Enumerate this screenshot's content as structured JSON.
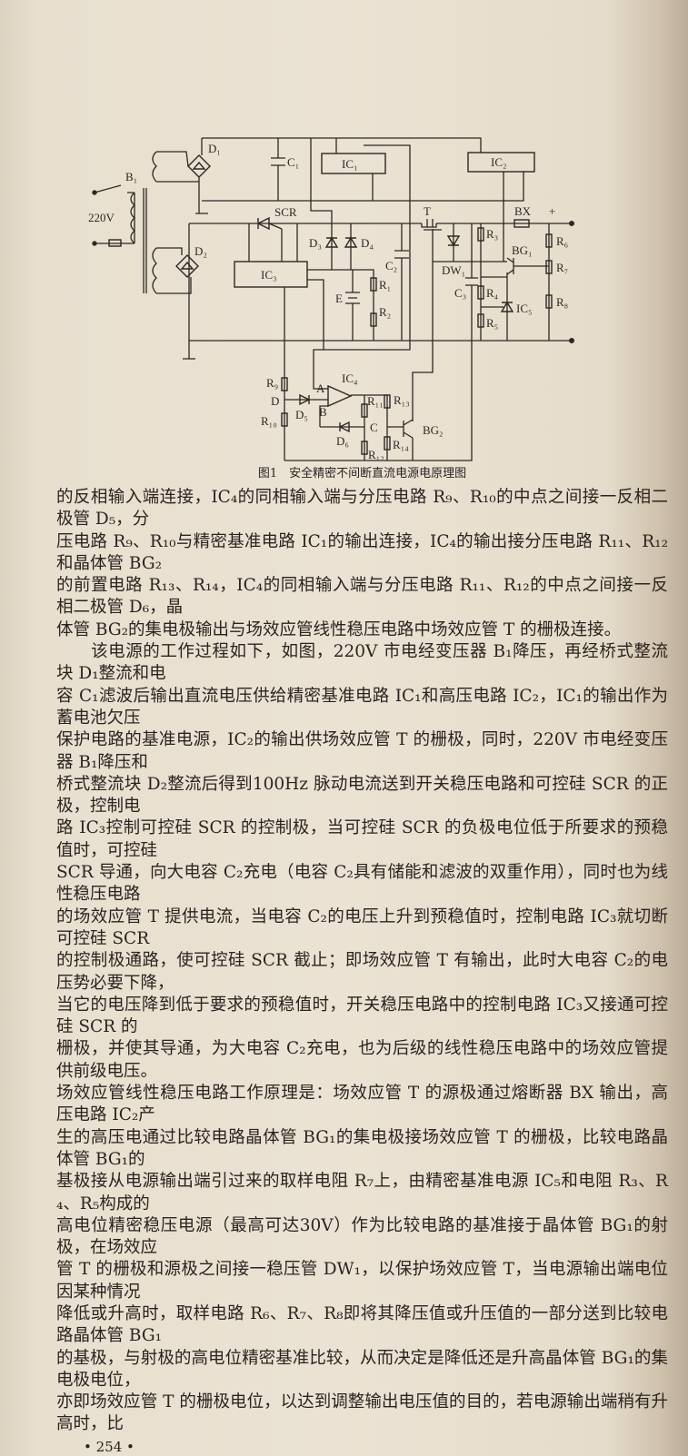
{
  "figure": {
    "caption": "图1　安全精密不间断直流电源电原理图",
    "labels": [
      "D₁",
      "C₁",
      "IC₁",
      "IC₂",
      "B₁",
      "220V",
      "SCR",
      "D₂",
      "IC₃",
      "D₃",
      "D₄",
      "C₂",
      "T",
      "BX",
      "+",
      "R₃",
      "BG₁",
      "R₆",
      "R₇",
      "DW₁",
      "C₃",
      "R₄",
      "IC₅",
      "R₅",
      "R₈",
      "E",
      "R₁",
      "R₂",
      "R₉",
      "IC₄",
      "A",
      "D",
      "B",
      "D₅",
      "R₁₀",
      "R₁₁",
      "R₁₃",
      "C",
      "D₆",
      "BG₂",
      "R₁₄",
      "R₁₂"
    ]
  },
  "body_lines": [
    "的反相输入端连接，IC₄的同相输入端与分压电路 R₉、R₁₀的中点之间接一反相二极管 D₅，分",
    "压电路 R₉、R₁₀与精密基准电路 IC₁的输出连接，IC₄的输出接分压电路 R₁₁、R₁₂和晶体管 BG₂",
    "的前置电路 R₁₃、R₁₄，IC₄的同相输入端与分压电路 R₁₁、R₁₂的中点之间接一反相二极管 D₆，晶",
    "体管 BG₂的集电极输出与场效应管线性稳压电路中场效应管 T 的栅极连接。",
    "　　该电源的工作过程如下，如图，220V 市电经变压器 B₁降压，再经桥式整流块 D₁整流和电",
    "容 C₁滤波后输出直流电压供给精密基准电路 IC₁和高压电路 IC₂，IC₁的输出作为蓄电池欠压",
    "保护电路的基准电源，IC₂的输出供场效应管 T 的栅极，同时，220V 市电经变压器 B₁降压和",
    "桥式整流块 D₂整流后得到100Hz 脉动电流送到开关稳压电路和可控硅 SCR 的正极，控制电",
    "路 IC₃控制可控硅 SCR 的控制极，当可控硅 SCR 的负极电位低于所要求的预稳值时，可控硅",
    "SCR 导通，向大电容 C₂充电（电容 C₂具有储能和滤波的双重作用），同时也为线性稳压电路",
    "的场效应管 T 提供电流，当电容 C₂的电压上升到预稳值时，控制电路 IC₃就切断可控硅 SCR",
    "的控制极通路，使可控硅 SCR 截止；即场效应管 T 有输出，此时大电容 C₂的电压势必要下降，",
    "当它的电压降到低于要求的预稳值时，开关稳压电路中的控制电路 IC₃又接通可控硅 SCR 的",
    "栅极，并使其导通，为大电容 C₂充电，也为后级的线性稳压电路中的场效应管提供前级电压。",
    "场效应管线性稳压电路工作原理是：场效应管 T 的源极通过熔断器 BX 输出，高压电路 IC₂产",
    "生的高压电通过比较电路晶体管 BG₁的集电极接场效应管 T 的栅极，比较电路晶体管 BG₁的",
    "基极接从电源输出端引过来的取样电阻 R₇上，由精密基准电源 IC₅和电阻 R₃、R₄、R₅构成的",
    "高电位精密稳压电源（最高可达30V）作为比较电路的基准接于晶体管 BG₁的射极，在场效应",
    "管 T 的栅极和源极之间接一稳压管 DW₁，以保护场效应管 T，当电源输出端电位因某种情况",
    "降低或升高时，取样电路 R₆、R₇、R₈即将其降压值或升压值的一部分送到比较电路晶体管 BG₁",
    "的基极，与射极的高电位精密基准比较，从而决定是降低还是升高晶体管 BG₁的集电极电位，",
    "亦即场效应管 T 的栅极电位，以达到调整输出电压值的目的，若电源输出端稍有升高时，比"
  ],
  "page_number": "• 254 •"
}
